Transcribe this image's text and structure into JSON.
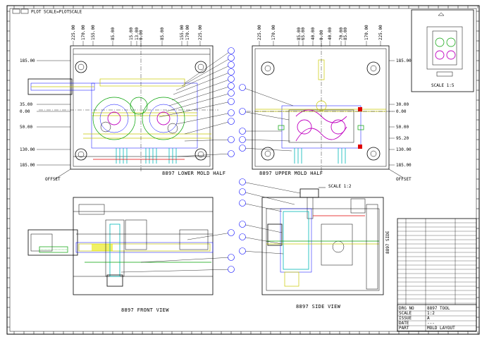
{
  "header": {
    "text": "PLOT SCALE=PLOTSCALE"
  },
  "lower_half": {
    "title": "8897 LOWER MOLD HALF",
    "top_dims": [
      "225.00",
      "170.00",
      "155.00",
      "85.00",
      "15.00",
      "13.00",
      "0.00",
      "85.00",
      "155.00",
      "170.00",
      "225.00"
    ],
    "left_dims": [
      "185.00",
      "35.00",
      "0.00",
      "50.00",
      "130.00",
      "185.00"
    ],
    "offset": "OFFSET"
  },
  "upper_half": {
    "title": "8897 UPPER MOLD HALF",
    "top_dims": [
      "225.00",
      "170.00",
      "85.00",
      "65.00",
      "40.00",
      "0.00",
      "40.00",
      "70.00",
      "85.00",
      "170.00",
      "225.00"
    ],
    "right_dims": [
      "185.00",
      "30.00",
      "0.00",
      "50.00",
      "95.20",
      "130.00",
      "185.00"
    ],
    "offset": "OFFSET"
  },
  "front_view": {
    "title": "8897 FRONT VIEW"
  },
  "side_view": {
    "title": "8897 SIDE VIEW",
    "note": "SCALE 1:2",
    "side_label": "8897 SIDE"
  },
  "scale_box": {
    "label": "SCALE 1:5"
  },
  "title_block": {
    "rows": [
      [
        "DRG NO",
        "8897 TOOL"
      ],
      [
        "SCALE",
        "1:2"
      ],
      [
        "ISSUE",
        "A"
      ],
      [
        "DATE",
        "---"
      ],
      [
        "PART",
        "MOLD LAYOUT"
      ]
    ]
  },
  "colors": {
    "blue": "#0000ff",
    "yellow": "#c8c800",
    "green": "#00a000",
    "magenta": "#c000c0",
    "cyan": "#00b8b8",
    "red": "#e00000"
  }
}
